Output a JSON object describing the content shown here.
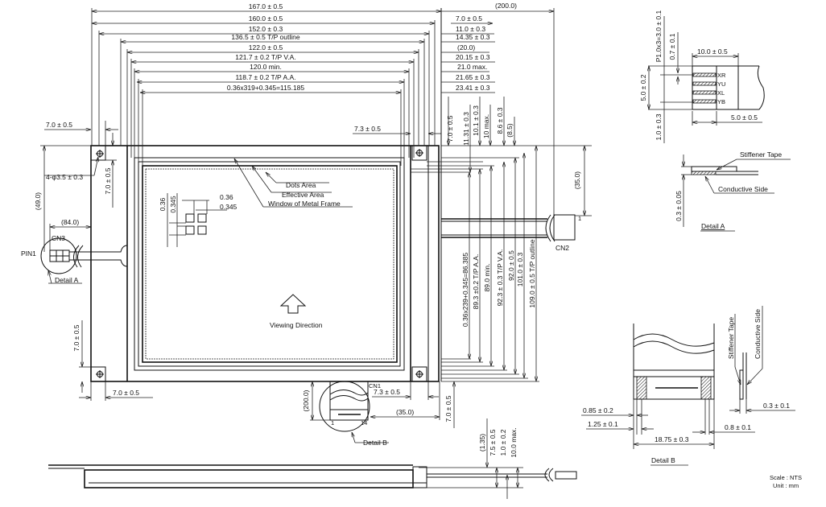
{
  "top_dims": [
    "167.0 ±  0.5",
    "160.0 ±  0.5",
    "152.0 ±  0.3",
    "136.5 ±  0.5  T/P  outline",
    "122.0 ±  0.5",
    "121.7 ±  0.2  T/P  V.A.",
    "120.0 min.",
    "118.7 ±  0.2  T/P  A.A.",
    "0.36x319+0.345=115.185"
  ],
  "right_top_dims": [
    "(200.0)",
    "7.0 ±  0.5",
    "11.0 ±  0.3",
    "14.35 ±  0.3",
    "(20.0)",
    "20.15 ±  0.3",
    "21.0 max.",
    "21.65 ±  0.3",
    "23.41 ±  0.3"
  ],
  "right_vert_top": [
    "7.0 ±  0.5",
    "11.31 ±  0.3",
    "10.1 ±  0.3",
    "10 max.",
    "8.6 ±  0.3",
    "(8.5)"
  ],
  "right_vert_bottom": [
    "0.36x239+0.345=86.385",
    "89.3 ±0.2  T/P  A.A.",
    "89.0 min.",
    "92.3 ±  0.3  T/P  V.A.",
    "92.0 ±  0.5",
    "101.0 ±  0.3",
    "109.0 ±  0.5  T/P  outline"
  ],
  "cn2": {
    "label": "CN2",
    "pin": "1",
    "dim": "(35.0)"
  },
  "left": {
    "top_tab": "7.0 ±  0.5",
    "hole": "4-φ3.5 ±  0.3",
    "tab_v": "7.0 ±  0.5",
    "dim49": "(49.0)",
    "dim84": "(84.0)",
    "cn3": "CN3",
    "pin1": "PIN1",
    "detail_a": "Detail A",
    "bottom_v": "7.0 ±  0.5",
    "bottom_h": "7.0 ±  0.5"
  },
  "center": {
    "right_tab": "7.3 ±  0.5",
    "dots_area": "Dots Area",
    "effective_area": "Effective  Area",
    "window": "Window  of  Metal  Frame",
    "pitch_v1": "0.36",
    "pitch_v2": "0.345",
    "pitch_h1": "0.36",
    "pitch_h2": "0.345",
    "viewing": "Viewing  Direction"
  },
  "bottom": {
    "cn1": "CN1",
    "cn1_dim": "7.3 ±  0.5",
    "dim35": "(35.0)",
    "dim200": "(200.0)",
    "right_v": "7.0 ±  0.5",
    "detail_b": "Detail B",
    "pin_first": "1",
    "pin_last": "14"
  },
  "side": [
    "(1.35)",
    "7.5 ±  0.5",
    "1.0 ±  0.2",
    "10.0 max."
  ],
  "detail_a": {
    "pitch": "P1.0x3=3.0 ±  0.1",
    "line_w": "0.7 ±  0.1",
    "width": "10.0 ±  0.5",
    "height": "5.0 ±  0.2",
    "offset": "1.0 ±  0.3",
    "length": "5.0 ±  0.5",
    "pins": [
      "XR",
      "YU",
      "XL",
      "YB"
    ],
    "stiffener": "Stiffener  Tape",
    "conductive": "Conductive  Side",
    "thickness": "0.3 ±  0.05",
    "title": "Detail  A"
  },
  "detail_b": {
    "stiffener": "Stiffener  Tape",
    "conductive": "Conductive  Side",
    "d1": "0.85 ±  0.2",
    "d2": "1.25 ±  0.1",
    "d3": "0.8 ±  0.1",
    "d4": "18.75 ±  0.3",
    "d5": "0.3 ±  0.1",
    "title": "Detail  B"
  },
  "notes": {
    "scale": "Scale : NTS",
    "unit": "Unit : mm"
  }
}
